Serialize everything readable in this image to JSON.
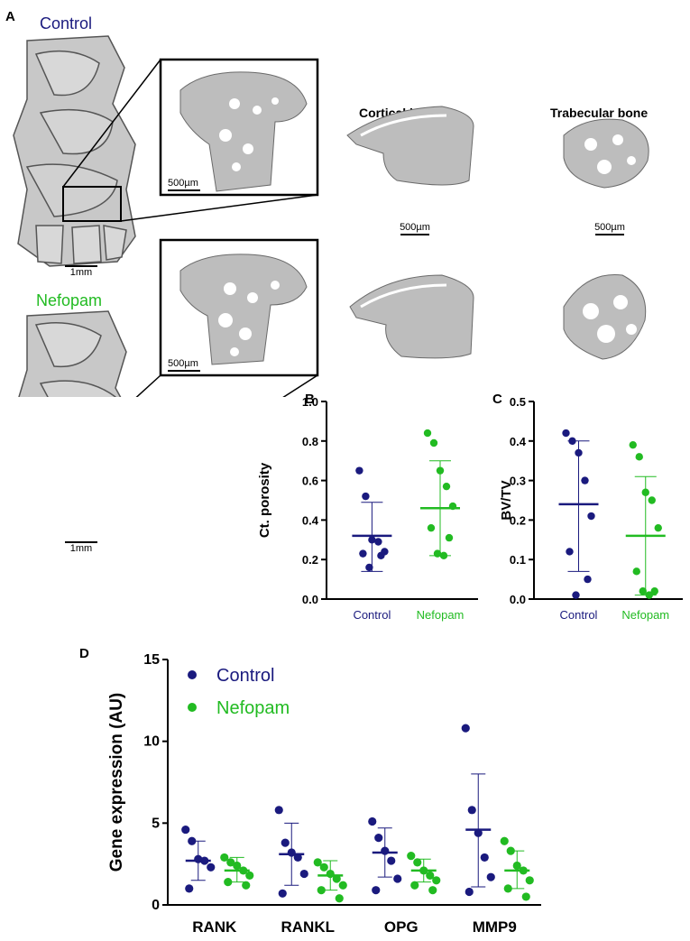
{
  "panel_letters": {
    "a": "A",
    "b": "B",
    "c": "C",
    "d": "D"
  },
  "images": {
    "control_label": "Control",
    "nefopam_label": "Nefopam",
    "cortical_title": "Cortical bone",
    "trabecular_title": "Trabecular bone",
    "scale_1mm": "1mm",
    "scale_500um": "500µm"
  },
  "colors": {
    "control": "#1a1a7e",
    "nefopam": "#22bb22",
    "bone_fill": "#bdbdbd",
    "bone_stroke": "#6a6a6a"
  },
  "chart_data": [
    {
      "panel": "B",
      "type": "scatter",
      "ylabel": "Ct. porosity",
      "ylim": [
        0,
        1.0
      ],
      "yticks": [
        "0.0",
        "0.2",
        "0.4",
        "0.6",
        "0.8",
        "1.0"
      ],
      "categories": [
        "Control",
        "Nefopam"
      ],
      "series": [
        {
          "name": "Control",
          "values": [
            0.65,
            0.52,
            0.3,
            0.29,
            0.24,
            0.23,
            0.22,
            0.16
          ],
          "mean": 0.32,
          "sd": [
            0.14,
            0.49
          ]
        },
        {
          "name": "Nefopam",
          "values": [
            0.84,
            0.79,
            0.65,
            0.57,
            0.47,
            0.36,
            0.31,
            0.23,
            0.22
          ],
          "mean": 0.46,
          "sd": [
            0.22,
            0.7
          ]
        }
      ]
    },
    {
      "panel": "C",
      "type": "scatter",
      "ylabel": "BV/TV",
      "ylim": [
        0,
        0.5
      ],
      "yticks": [
        "0.0",
        "0.1",
        "0.2",
        "0.3",
        "0.4",
        "0.5"
      ],
      "categories": [
        "Control",
        "Nefopam"
      ],
      "series": [
        {
          "name": "Control",
          "values": [
            0.42,
            0.4,
            0.37,
            0.3,
            0.21,
            0.12,
            0.05,
            0.01
          ],
          "mean": 0.24,
          "sd": [
            0.07,
            0.4
          ]
        },
        {
          "name": "Nefopam",
          "values": [
            0.39,
            0.36,
            0.27,
            0.25,
            0.18,
            0.07,
            0.02,
            0.02,
            0.01
          ],
          "mean": 0.16,
          "sd": [
            0.01,
            0.31
          ]
        }
      ]
    },
    {
      "panel": "D",
      "type": "scatter",
      "ylabel": "Gene expression (AU)",
      "ylim": [
        0,
        15
      ],
      "yticks": [
        "0",
        "5",
        "10",
        "15"
      ],
      "categories": [
        "RANK",
        "RANKL",
        "OPG",
        "MMP9"
      ],
      "legend": [
        "Control",
        "Nefopam"
      ],
      "series": [
        {
          "name": "Control",
          "groups": [
            {
              "values": [
                4.6,
                3.9,
                2.8,
                2.7,
                2.3,
                1.0
              ],
              "mean": 2.7,
              "sd": [
                1.5,
                3.9
              ]
            },
            {
              "values": [
                5.8,
                3.8,
                3.2,
                2.9,
                1.9,
                0.7
              ],
              "mean": 3.1,
              "sd": [
                1.2,
                5.0
              ]
            },
            {
              "values": [
                5.1,
                4.1,
                3.3,
                2.7,
                1.6,
                0.9
              ],
              "mean": 3.2,
              "sd": [
                1.7,
                4.7
              ]
            },
            {
              "values": [
                10.8,
                5.8,
                4.4,
                2.9,
                1.7,
                0.8
              ],
              "mean": 4.6,
              "sd": [
                1.1,
                8.0
              ]
            }
          ]
        },
        {
          "name": "Nefopam",
          "groups": [
            {
              "values": [
                2.9,
                2.6,
                2.4,
                2.1,
                1.8,
                1.4,
                1.2
              ],
              "mean": 2.1,
              "sd": [
                1.4,
                2.9
              ]
            },
            {
              "values": [
                2.6,
                2.3,
                1.9,
                1.6,
                1.2,
                0.9,
                0.4
              ],
              "mean": 1.8,
              "sd": [
                0.9,
                2.7
              ]
            },
            {
              "values": [
                3.0,
                2.6,
                2.1,
                1.8,
                1.5,
                1.2,
                0.9
              ],
              "mean": 2.1,
              "sd": [
                1.4,
                2.8
              ]
            },
            {
              "values": [
                3.9,
                3.3,
                2.4,
                2.1,
                1.5,
                1.0,
                0.5
              ],
              "mean": 2.1,
              "sd": [
                1.0,
                3.3
              ]
            }
          ]
        }
      ]
    }
  ]
}
